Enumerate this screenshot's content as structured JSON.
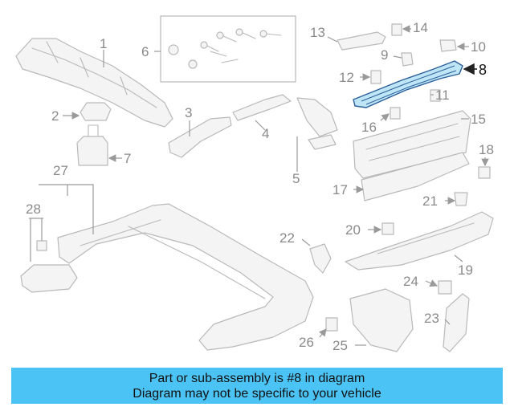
{
  "callouts": [
    "1",
    "2",
    "3",
    "4",
    "5",
    "6",
    "7",
    "8",
    "9",
    "10",
    "11",
    "12",
    "13",
    "14",
    "15",
    "16",
    "17",
    "18",
    "19",
    "20",
    "21",
    "22",
    "23",
    "24",
    "25",
    "26",
    "27",
    "28"
  ],
  "highlighted_callout": "8",
  "banner": {
    "line1": "Part or sub-assembly is #8 in diagram",
    "line2": "Diagram may not be specific to your vehicle",
    "color": "#4cc3f5"
  },
  "highlight_color": "#bfe6f7"
}
